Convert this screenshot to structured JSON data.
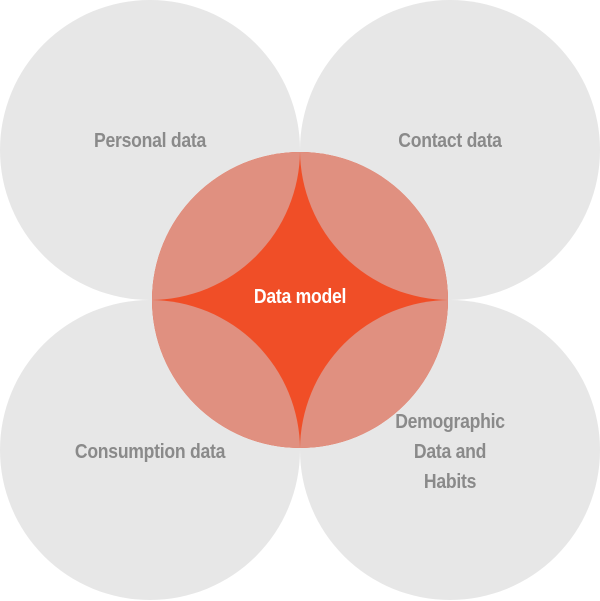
{
  "diagram": {
    "center": {
      "label": "Data model",
      "color": "#f04e27",
      "overlap_color": "#e09080"
    },
    "outer_color": "#e7e7e7",
    "text_color": "#8a8a8a",
    "nodes": [
      {
        "position": "top-left",
        "label": "Personal data"
      },
      {
        "position": "top-right",
        "label": "Contact data"
      },
      {
        "position": "bottom-left",
        "label": "Consumption data"
      },
      {
        "position": "bottom-right",
        "label_lines": [
          "Demographic",
          "Data and",
          "Habits"
        ]
      }
    ]
  }
}
